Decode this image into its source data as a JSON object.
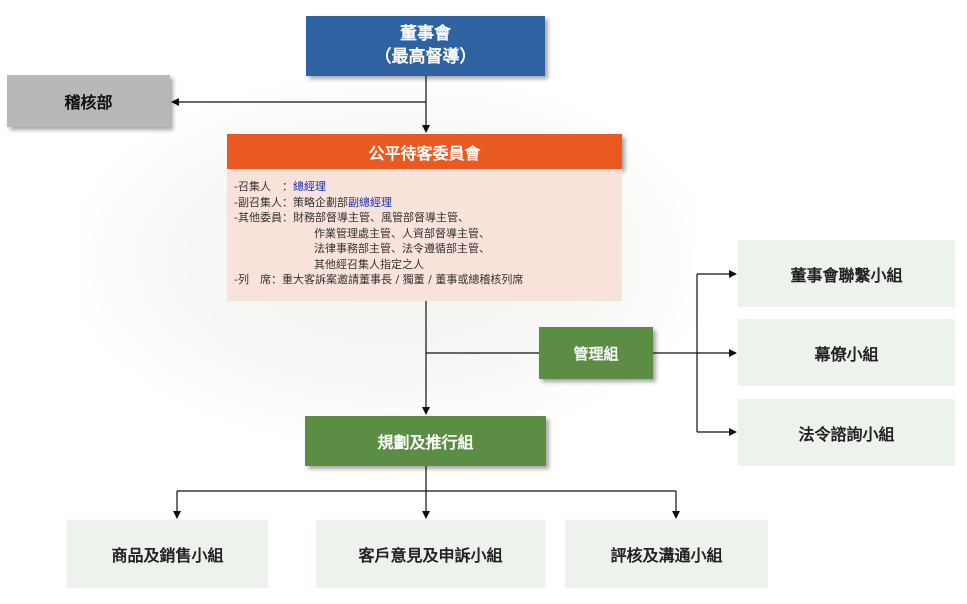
{
  "board": {
    "title": "董事會",
    "subtitle": "（最高督導）"
  },
  "audit": {
    "label": "稽核部"
  },
  "fair_committee": {
    "title": "公平待客委員會",
    "convener_label": "-召集人　：",
    "convener_value": "總經理",
    "vice_convener_label": "-副召集人：策略企劃部",
    "vice_convener_value": "副總經理",
    "members_line1": "-其他委員：財務部督導主管、風管部督導主管、",
    "members_line2": "作業管理處主管、人資部督導主管、",
    "members_line3": "法律事務部主管、法令遵循部主管、",
    "members_line4": "其他經召集人指定之人",
    "attendance": "-列　席：重大客訴案邀請董事長 / 獨董 / 董事或總稽核列席"
  },
  "management_group": {
    "label": "管理組"
  },
  "planning_group": {
    "label": "規劃及推行組"
  },
  "right_groups": [
    {
      "label": "董事會聯繫小組"
    },
    {
      "label": "幕僚小組"
    },
    {
      "label": "法令諮詢小組"
    }
  ],
  "bottom_groups": [
    {
      "label": "商品及銷售小組"
    },
    {
      "label": "客戶意見及申訴小組"
    },
    {
      "label": "評核及溝通小組"
    }
  ],
  "colors": {
    "board": "#2e62a0",
    "committee_header": "#e85a22",
    "committee_body": "#f9e2d9",
    "green_group": "#5c8d44",
    "light_group": "#eef2ec",
    "audit": "#b8b8b8",
    "highlight_text": "#1a2fa8"
  }
}
